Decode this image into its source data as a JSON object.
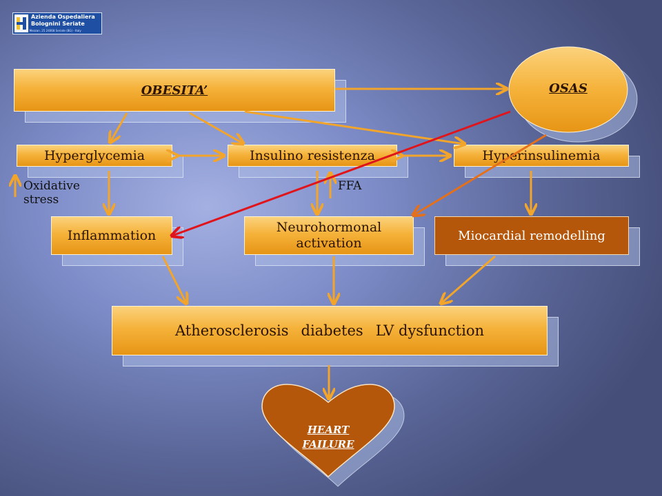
{
  "logo": {
    "line1": "Azienda Ospedaliera",
    "line2": "Bolognini Seriate",
    "line3": "Via Paglia Mezzan. 25     24068 Seriate (BG) - Italy"
  },
  "nodes": {
    "obesita": "OBESITA’",
    "osas": "OSAS",
    "hyperglycemia": "Hyperglycemia",
    "insulino": "Insulino resistenza",
    "hyperinsulinemia": "Hyperinsulinemia",
    "inflammation": "Inflammation",
    "neurohormonal_line1": "Neurohormonal",
    "neurohormonal_line2": "activation",
    "miocardial": "Miocardial remodelling",
    "outcome_1": "Atherosclerosis",
    "outcome_2": "diabetes",
    "outcome_3": "LV dysfunction",
    "heart_line1": "HEART",
    "heart_line2": "FAILURE"
  },
  "labels": {
    "oxidative_line1": "Oxidative",
    "oxidative_line2": "stress",
    "ffa": "FFA"
  },
  "colors": {
    "box_top": "#fbd27c",
    "box_bottom": "#e79515",
    "dark_box": "#b4570a",
    "arrow": "#f2a52a",
    "red_arrow": "#e0141b",
    "orange_arrow": "#e5701b"
  }
}
